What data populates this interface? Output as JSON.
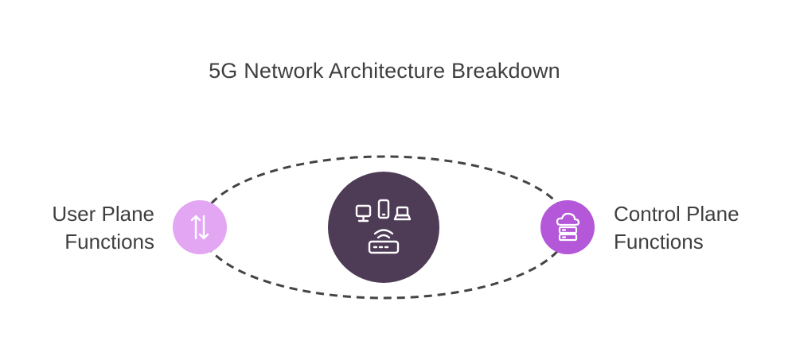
{
  "diagram": {
    "title": "5G Network Architecture Breakdown",
    "center": {
      "icon": "network-devices-router-icon",
      "color": "#4e3b56"
    },
    "left_node": {
      "label_line1": "User Plane",
      "label_line2": "Functions",
      "icon": "up-down-arrows-icon",
      "color": "#e3a6f3"
    },
    "right_node": {
      "label_line1": "Control Plane",
      "label_line2": "Functions",
      "icon": "cloud-server-icon",
      "color": "#b457d8"
    },
    "ring": {
      "style": "dashed",
      "color": "#444444"
    }
  }
}
